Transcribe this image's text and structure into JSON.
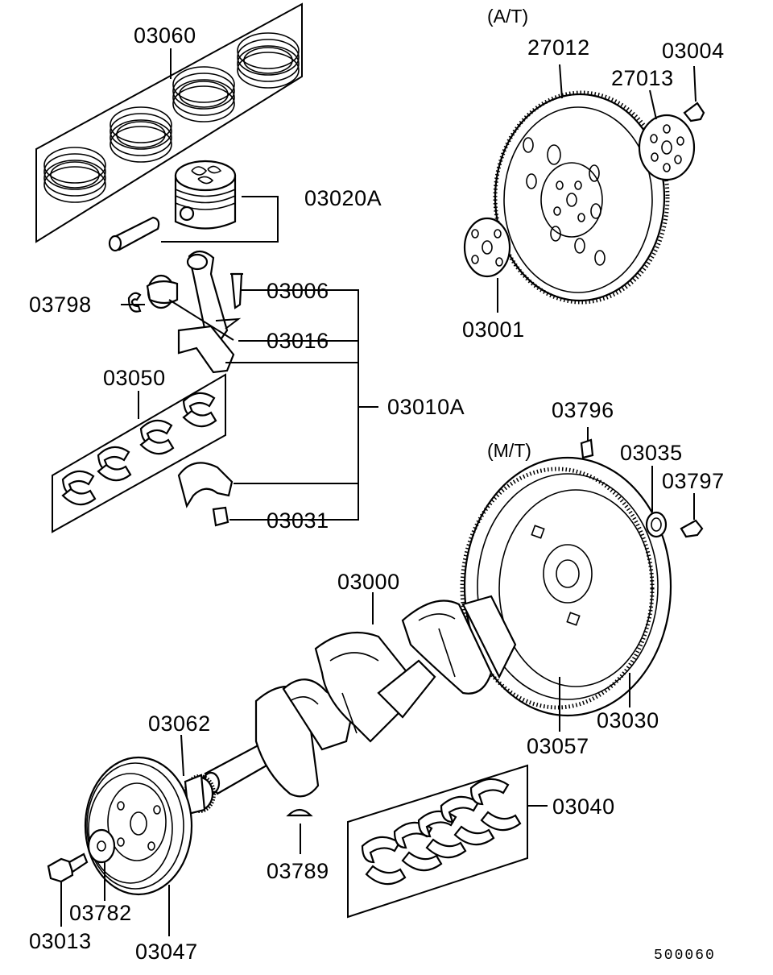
{
  "diagram_code": "500060",
  "variants": {
    "automatic": "(A/T)",
    "manual": "(M/T)"
  },
  "parts": {
    "p03060": "03060",
    "p03020A": "03020A",
    "p03798": "03798",
    "p03006": "03006",
    "p03016": "03016",
    "p03010A": "03010A",
    "p03050": "03050",
    "p03031": "03031",
    "p27012": "27012",
    "p27013": "27013",
    "p03004": "03004",
    "p03001": "03001",
    "p03796": "03796",
    "p03035": "03035",
    "p03797": "03797",
    "p03000": "03000",
    "p03030": "03030",
    "p03057": "03057",
    "p03062": "03062",
    "p03040": "03040",
    "p03789": "03789",
    "p03782": "03782",
    "p03013": "03013",
    "p03047": "03047"
  }
}
